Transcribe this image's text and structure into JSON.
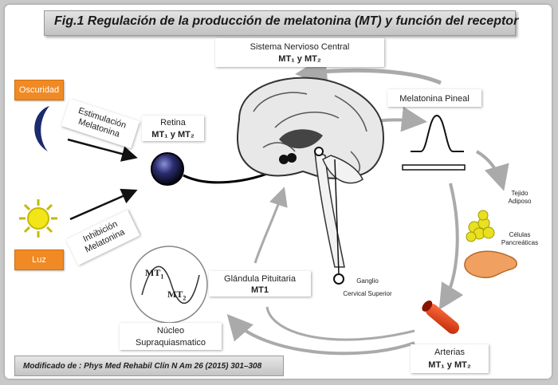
{
  "title": "Fig.1 Regulación de la producción de melatonina (MT) y función del receptor",
  "cns": {
    "name": "Sistema Nervioso Central",
    "receptors": "MT₁ y MT₂"
  },
  "pineal": {
    "name": "Melatonina Pineal"
  },
  "retina": {
    "name": "Retina",
    "receptors": "MT₁ y MT₂"
  },
  "darkness": {
    "label": "Oscuridad",
    "effect_line1": "Estimulación",
    "effect_line2": "Melatonina"
  },
  "light": {
    "label": "Luz",
    "effect_line1": "Inhibición",
    "effect_line2": "Melatonina"
  },
  "adipose": {
    "line1": "Tejido",
    "line2": "Adiposo"
  },
  "pancreatic": {
    "line1": "Células",
    "line2": "Pancreáticas"
  },
  "pituitary": {
    "name": "Glándula Pituitaria",
    "receptors": "MT1"
  },
  "ganglion": {
    "line1": "Ganglio",
    "line2": "Cervical Superior"
  },
  "scn": {
    "line1": "Núcleo",
    "line2": "Supraquiasmatico",
    "mt1": "MT",
    "mt1_sub": "1",
    "mt2": "MT",
    "mt2_sub": "2"
  },
  "arteries": {
    "name": "Arterias",
    "receptors": "MT₁ y MT₂"
  },
  "footer": "Modificado  de : Phys Med Rehabil Clín N Am 26 (2015) 301–308",
  "colors": {
    "orange": "#f08a25",
    "moon": "#1c2a6e",
    "sun": "#f2e61a",
    "artery": "#e04020",
    "fat": "#e8e020",
    "pancreas": "#f0a060",
    "arrow_gray": "#aaaaaa"
  }
}
